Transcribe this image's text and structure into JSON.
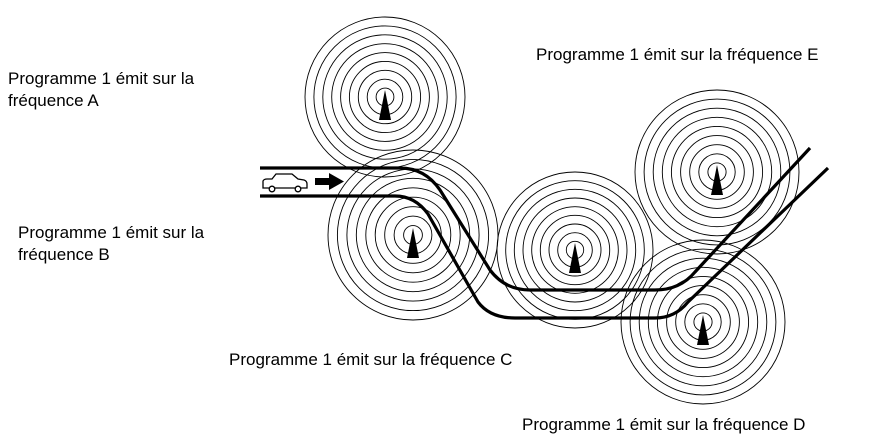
{
  "labels": {
    "a": "Programme 1 émit sur la fréquence A",
    "b": "Programme 1 émit sur la fréquence B",
    "c": "Programme 1 émit sur la fréquence C",
    "d": "Programme 1 émit sur la fréquence D",
    "e": "Programme 1 émit sur la fréquence E"
  },
  "transmitters": [
    {
      "id": "A",
      "icon": "transmitter-icon"
    },
    {
      "id": "B",
      "icon": "transmitter-icon"
    },
    {
      "id": "C",
      "icon": "transmitter-icon"
    },
    {
      "id": "D",
      "icon": "transmitter-icon"
    },
    {
      "id": "E",
      "icon": "transmitter-icon"
    }
  ],
  "vehicle": {
    "icon": "car-icon",
    "direction_icon": "arrow-right-icon"
  },
  "colors": {
    "line": "#000000",
    "background": "#ffffff"
  }
}
